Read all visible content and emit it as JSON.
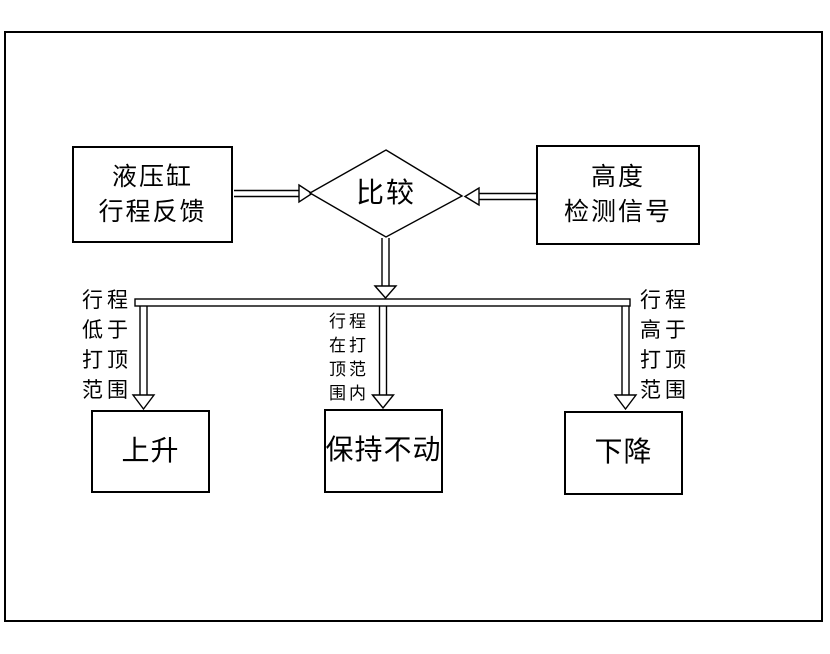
{
  "colors": {
    "line": "#000000",
    "background": "#ffffff",
    "node_fill": "#ffffff",
    "text": "#000000"
  },
  "nodes": {
    "feedback": {
      "lines": [
        "液压缸",
        "行程反馈"
      ]
    },
    "compare": {
      "label": "比较"
    },
    "height_signal": {
      "lines": [
        "高度",
        "检测信号"
      ]
    },
    "rise": {
      "label": "上升"
    },
    "hold": {
      "label": "保持不动"
    },
    "descend": {
      "label": "下降"
    }
  },
  "branch_labels": {
    "below_range": {
      "lines": [
        "行程",
        "低于",
        "打顶",
        "范围"
      ]
    },
    "within_range": {
      "lines": [
        "行程",
        "在打",
        "顶范",
        "围内"
      ]
    },
    "above_range": {
      "lines": [
        "行程",
        "高于",
        "打顶",
        "范围"
      ]
    }
  }
}
